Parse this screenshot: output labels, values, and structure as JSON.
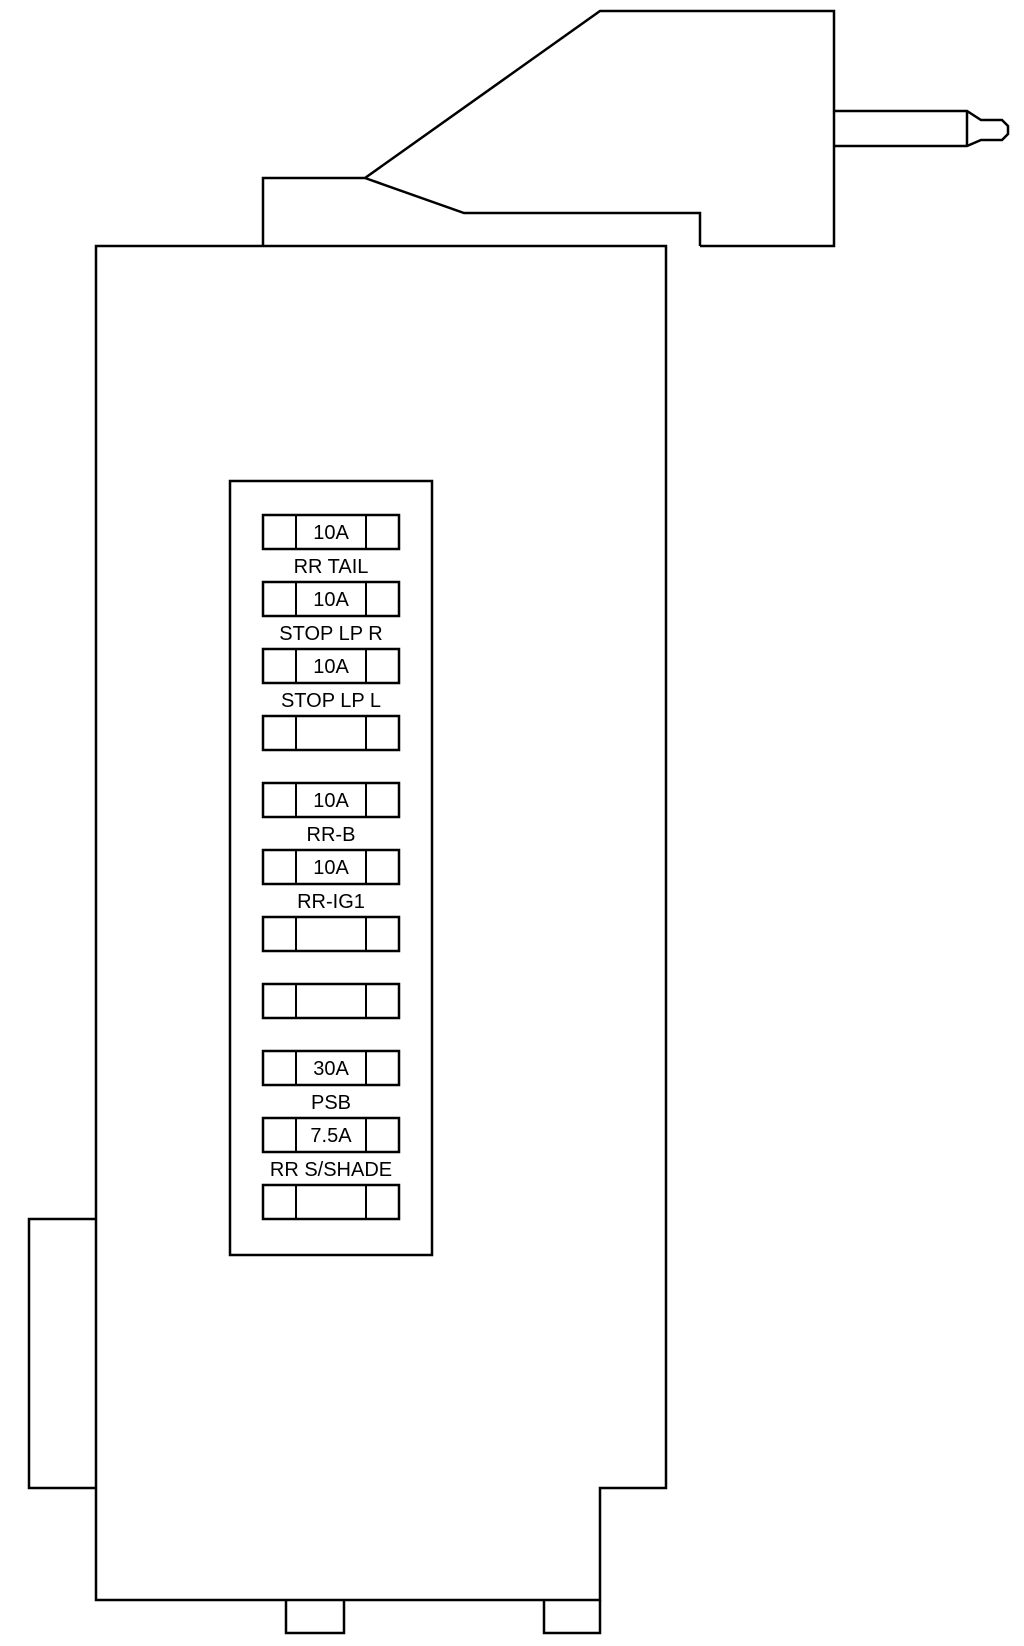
{
  "fuses": [
    {
      "rating": "10A",
      "circuit": "RR TAIL"
    },
    {
      "rating": "10A",
      "circuit": "STOP LP R"
    },
    {
      "rating": "10A",
      "circuit": "STOP LP L"
    },
    {
      "rating": "",
      "circuit": ""
    },
    {
      "rating": "10A",
      "circuit": "RR-B"
    },
    {
      "rating": "10A",
      "circuit": "RR-IG1"
    },
    {
      "rating": "",
      "circuit": ""
    },
    {
      "rating": "",
      "circuit": ""
    },
    {
      "rating": "30A",
      "circuit": "PSB"
    },
    {
      "rating": "7.5A",
      "circuit": "RR S/SHADE"
    },
    {
      "rating": "",
      "circuit": ""
    }
  ]
}
